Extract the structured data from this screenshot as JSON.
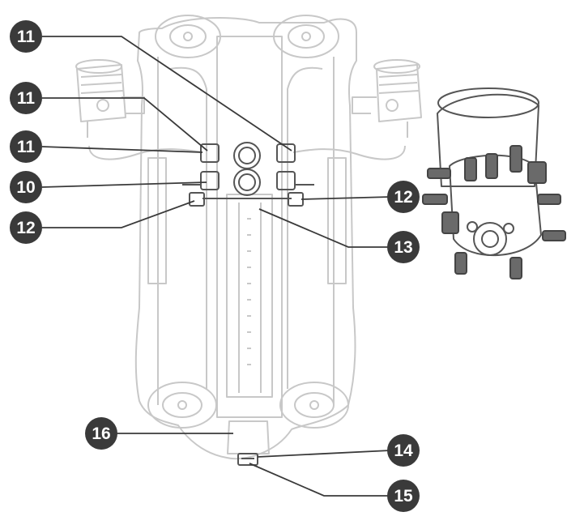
{
  "diagram": {
    "colors": {
      "callout_fill": "#3a3a3a",
      "callout_text": "#ffffff",
      "leader_line": "#3a3a3a",
      "drawing_faint": "#c8c8c8",
      "drawing_dark": "#555555"
    },
    "callouts": [
      {
        "id": "c1",
        "label": "11"
      },
      {
        "id": "c2",
        "label": "11"
      },
      {
        "id": "c3",
        "label": "11"
      },
      {
        "id": "c4",
        "label": "10"
      },
      {
        "id": "c5",
        "label": "12"
      },
      {
        "id": "c6",
        "label": "12"
      },
      {
        "id": "c7",
        "label": "13"
      },
      {
        "id": "c8",
        "label": "16"
      },
      {
        "id": "c9",
        "label": "14"
      },
      {
        "id": "c10",
        "label": "15"
      }
    ]
  }
}
